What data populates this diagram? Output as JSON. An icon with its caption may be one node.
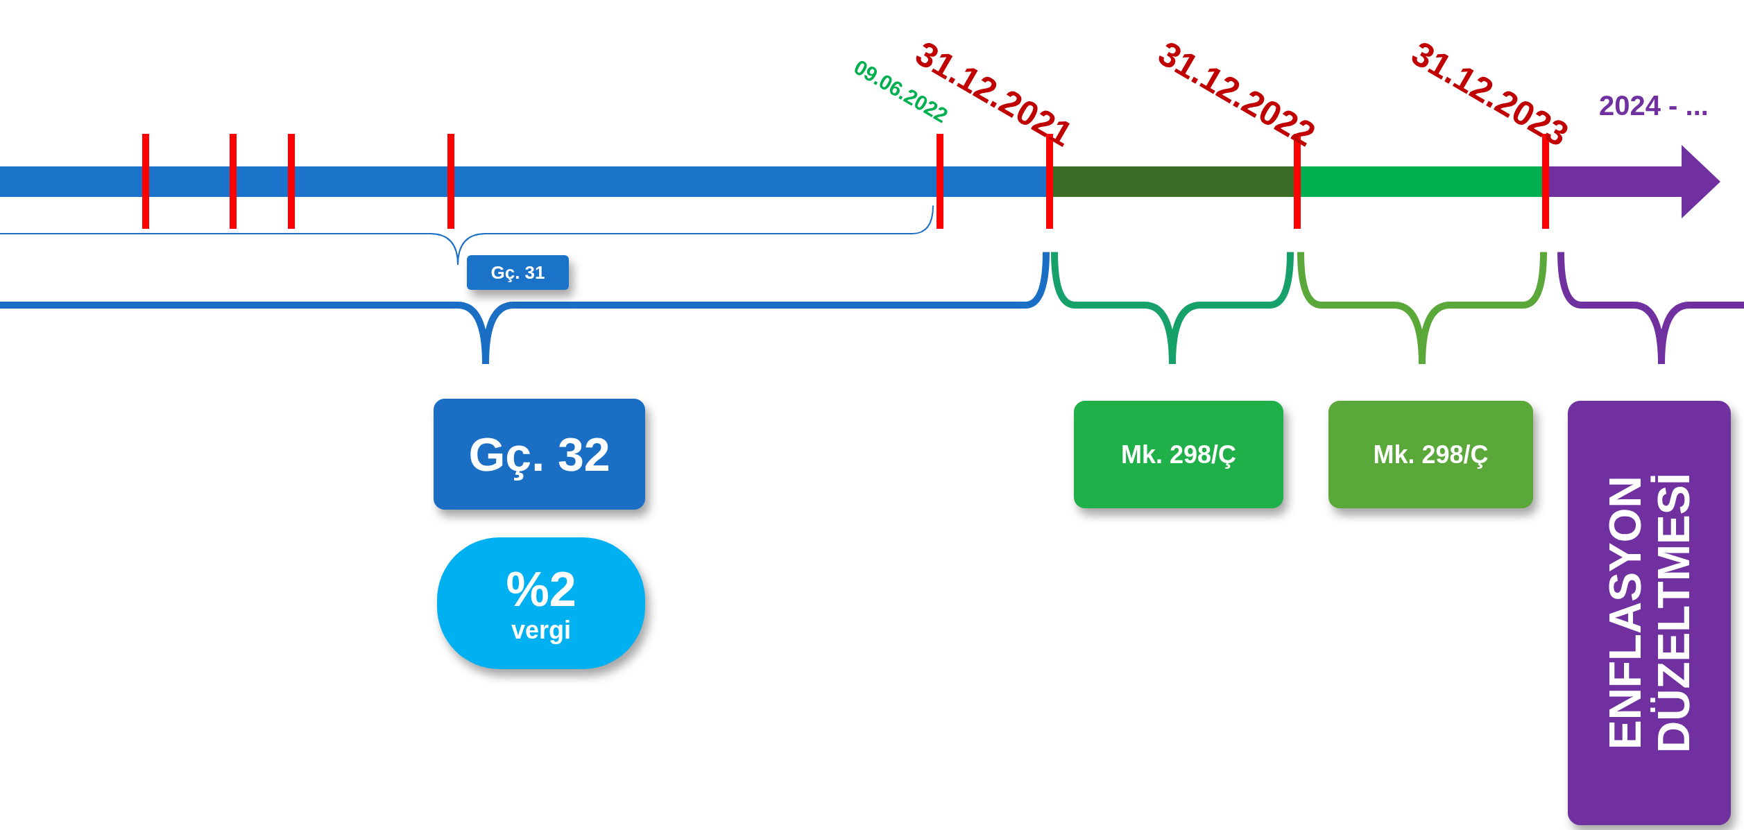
{
  "diagram": {
    "nodes": [
      {
        "text": [
          "Gç. 31"
        ]
      },
      {
        "text": [
          "Gç. 32"
        ]
      },
      {
        "text": [
          "%2",
          "vergi"
        ]
      },
      {
        "text": [
          "Mk. 298/Ç"
        ]
      },
      {
        "text": [
          "Mk. 298/Ç"
        ]
      },
      {
        "text": [
          "ENFLASYON DÜZELTMESİ"
        ]
      }
    ],
    "edges": [],
    "labels": [
      "09.06.2022",
      "31.12.2021",
      "31.12.2022",
      "31.12.2023",
      "2024 - ..."
    ]
  }
}
